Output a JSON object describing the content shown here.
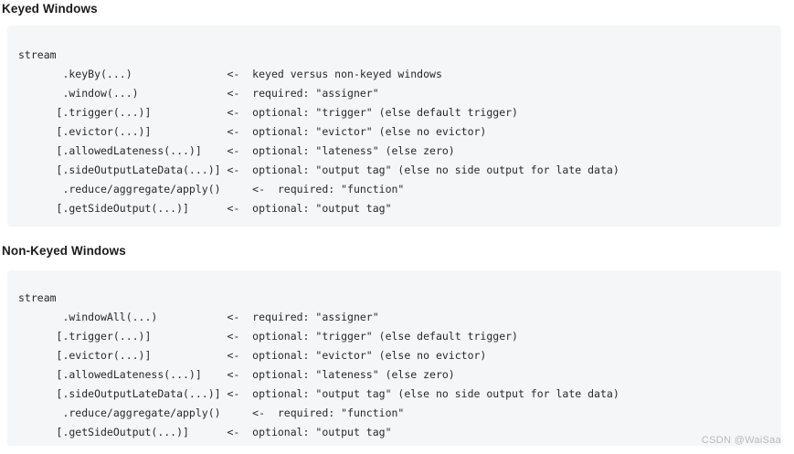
{
  "page": {
    "background_color": "#ffffff",
    "code_block_color": "#f5f6f8",
    "text_color": "#24292e",
    "heading_color": "#1b1b1b"
  },
  "sections": [
    {
      "heading": "Keyed Windows",
      "code": "stream\n       .keyBy(...)               <-  keyed versus non-keyed windows\n       .window(...)              <-  required: \"assigner\"\n      [.trigger(...)]            <-  optional: \"trigger\" (else default trigger)\n      [.evictor(...)]            <-  optional: \"evictor\" (else no evictor)\n      [.allowedLateness(...)]    <-  optional: \"lateness\" (else zero)\n      [.sideOutputLateData(...)] <-  optional: \"output tag\" (else no side output for late data)\n       .reduce/aggregate/apply()     <-  required: \"function\"\n      [.getSideOutput(...)]      <-  optional: \"output tag\"",
      "lines": [
        {
          "call": "stream",
          "arrow": "",
          "note": ""
        },
        {
          "call": ".keyBy(...)",
          "arrow": "<-",
          "note": "keyed versus non-keyed windows"
        },
        {
          "call": ".window(...)",
          "arrow": "<-",
          "note": "required: \"assigner\""
        },
        {
          "call": "[.trigger(...)]",
          "arrow": "<-",
          "note": "optional: \"trigger\" (else default trigger)"
        },
        {
          "call": "[.evictor(...)]",
          "arrow": "<-",
          "note": "optional: \"evictor\" (else no evictor)"
        },
        {
          "call": "[.allowedLateness(...)]",
          "arrow": "<-",
          "note": "optional: \"lateness\" (else zero)"
        },
        {
          "call": "[.sideOutputLateData(...)]",
          "arrow": "<-",
          "note": "optional: \"output tag\" (else no side output for late data)"
        },
        {
          "call": ".reduce/aggregate/apply()",
          "arrow": "<-",
          "note": "required: \"function\""
        },
        {
          "call": "[.getSideOutput(...)]",
          "arrow": "<-",
          "note": "optional: \"output tag\""
        }
      ]
    },
    {
      "heading": "Non-Keyed Windows",
      "code": "stream\n       .windowAll(...)           <-  required: \"assigner\"\n      [.trigger(...)]            <-  optional: \"trigger\" (else default trigger)\n      [.evictor(...)]            <-  optional: \"evictor\" (else no evictor)\n      [.allowedLateness(...)]    <-  optional: \"lateness\" (else zero)\n      [.sideOutputLateData(...)] <-  optional: \"output tag\" (else no side output for late data)\n       .reduce/aggregate/apply()     <-  required: \"function\"\n      [.getSideOutput(...)]      <-  optional: \"output tag\"",
      "lines": [
        {
          "call": "stream",
          "arrow": "",
          "note": ""
        },
        {
          "call": ".windowAll(...)",
          "arrow": "<-",
          "note": "required: \"assigner\""
        },
        {
          "call": "[.trigger(...)]",
          "arrow": "<-",
          "note": "optional: \"trigger\" (else default trigger)"
        },
        {
          "call": "[.evictor(...)]",
          "arrow": "<-",
          "note": "optional: \"evictor\" (else no evictor)"
        },
        {
          "call": "[.allowedLateness(...)]",
          "arrow": "<-",
          "note": "optional: \"lateness\" (else zero)"
        },
        {
          "call": "[.sideOutputLateData(...)]",
          "arrow": "<-",
          "note": "optional: \"output tag\" (else no side output for late data)"
        },
        {
          "call": ".reduce/aggregate/apply()",
          "arrow": "<-",
          "note": "required: \"function\""
        },
        {
          "call": "[.getSideOutput(...)]",
          "arrow": "<-",
          "note": "optional: \"output tag\""
        }
      ]
    }
  ],
  "watermark": "CSDN @WaiSaa"
}
